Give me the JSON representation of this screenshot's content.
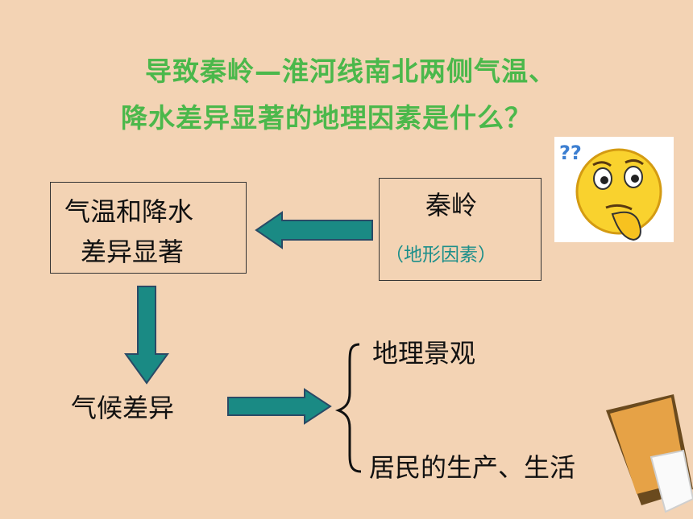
{
  "title": {
    "line1": "导致秦岭—淮河线南北两侧气温、",
    "line2": "降水差异显著的地理因素是什么？"
  },
  "left_box": {
    "line1": "气温和降水",
    "line2": "差异显著"
  },
  "right_box": {
    "label": "秦岭",
    "sub_label": "（地形因素）"
  },
  "climate_diff": "气候差异",
  "results": [
    "地理景观",
    "居民的生产、生活"
  ],
  "emoji_marks": "??",
  "colors": {
    "background": "#f3d3b4",
    "title": "#4bb84b",
    "arrow_fill": "#1a8a84",
    "sub_text": "#1d8f8a"
  },
  "icons": [
    "thinking-face-icon",
    "book-icon"
  ]
}
